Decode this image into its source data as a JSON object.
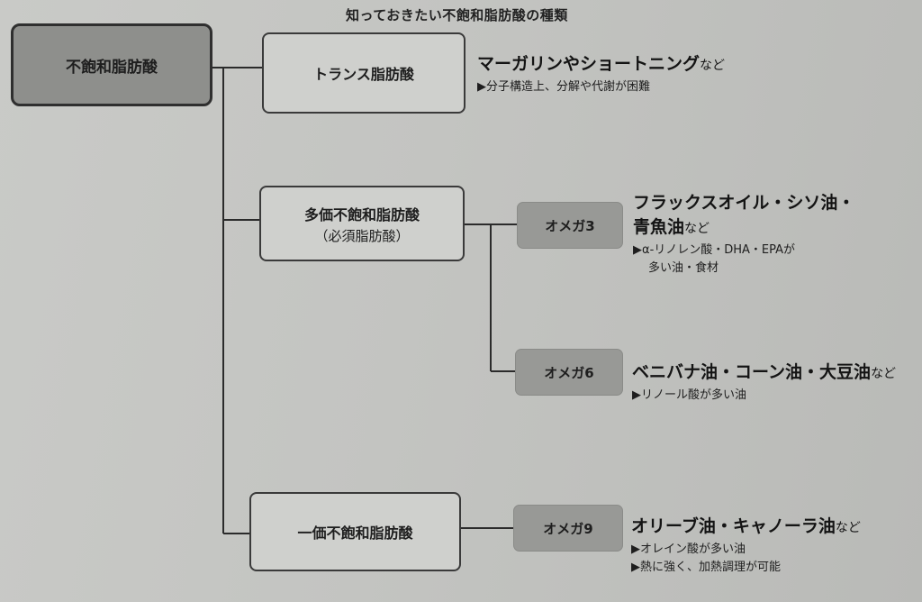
{
  "title": "知っておきたい不飽和脂肪酸の種類",
  "root": {
    "label": "不飽和脂肪酸"
  },
  "trans": {
    "label": "トランス脂肪酸",
    "examples": "マーガリンやショートニング",
    "suffix": "など",
    "note": "▶分子構造上、分解や代謝が困難"
  },
  "poly": {
    "label": "多価不飽和脂肪酸",
    "sub": "（必須脂肪酸）",
    "omega3": {
      "label": "オメガ3",
      "examples_line1": "フラックスオイル・シソ油・",
      "examples_line2": "青魚油",
      "suffix": "など",
      "note_line1": "▶α-リノレン酸・DHA・EPAが",
      "note_line2": "多い油・食材"
    },
    "omega6": {
      "label": "オメガ6",
      "examples": "ベニバナ油・コーン油・大豆油",
      "suffix": "など",
      "note": "▶リノール酸が多い油"
    }
  },
  "mono": {
    "label": "一価不飽和脂肪酸",
    "omega9": {
      "label": "オメガ9",
      "examples": "オリーブ油・キャノーラ油",
      "suffix": "など",
      "note_line1": "▶オレイン酸が多い油",
      "note_line2": "▶熱に強く、加熱調理が可能"
    }
  },
  "colors": {
    "root_fill": "#8e8f8c",
    "omega_fill": "#989996",
    "box_fill": "#cfd0cd",
    "line": "#2b2b2b"
  }
}
